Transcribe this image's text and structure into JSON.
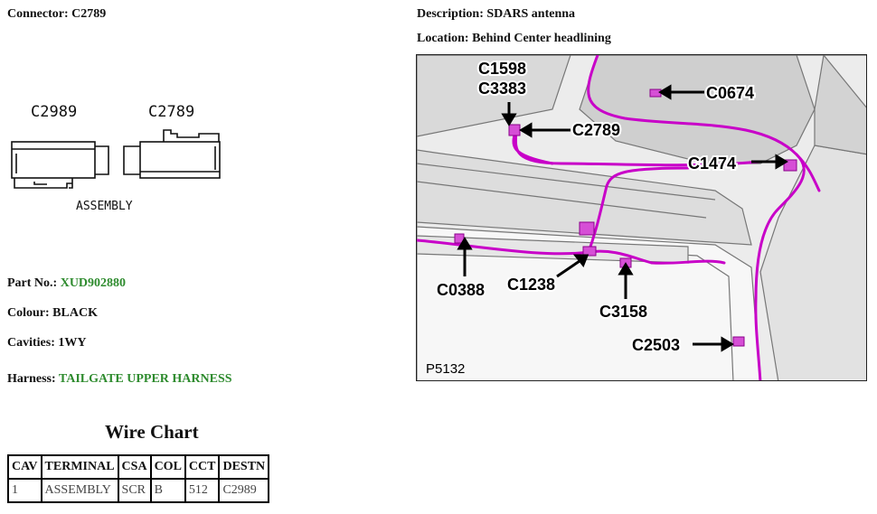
{
  "connector": {
    "label": "Connector:",
    "value": "C2789"
  },
  "description": {
    "label": "Description:",
    "value": "SDARS antenna"
  },
  "location": {
    "label": "Location:",
    "value": "Behind Center headlining"
  },
  "drawing": {
    "left_label": "C2989",
    "right_label": "C2789",
    "caption": "ASSEMBLY"
  },
  "part_no": {
    "label": "Part No.:",
    "value": "XUD902880"
  },
  "colour": {
    "label": "Colour:",
    "value": "BLACK"
  },
  "cavities": {
    "label": "Cavities:",
    "value": "1WY"
  },
  "harness": {
    "label": "Harness:",
    "value": "TAILGATE UPPER HARNESS"
  },
  "wire_chart": {
    "title": "Wire Chart",
    "headers": [
      "CAV",
      "TERMINAL",
      "CSA",
      "COL",
      "CCT",
      "DESTN"
    ],
    "rows": [
      [
        "1",
        "ASSEMBLY",
        "SCR",
        "B",
        "512",
        "C2989"
      ]
    ]
  },
  "illustration": {
    "id": "P5132",
    "callouts": [
      "C1598",
      "C3383",
      "C0674",
      "C2789",
      "C1474",
      "C0388",
      "C1238",
      "C3158",
      "C2503"
    ]
  },
  "colors": {
    "link_green": "#2e8b2e",
    "harness_magenta": "#c800c8"
  }
}
